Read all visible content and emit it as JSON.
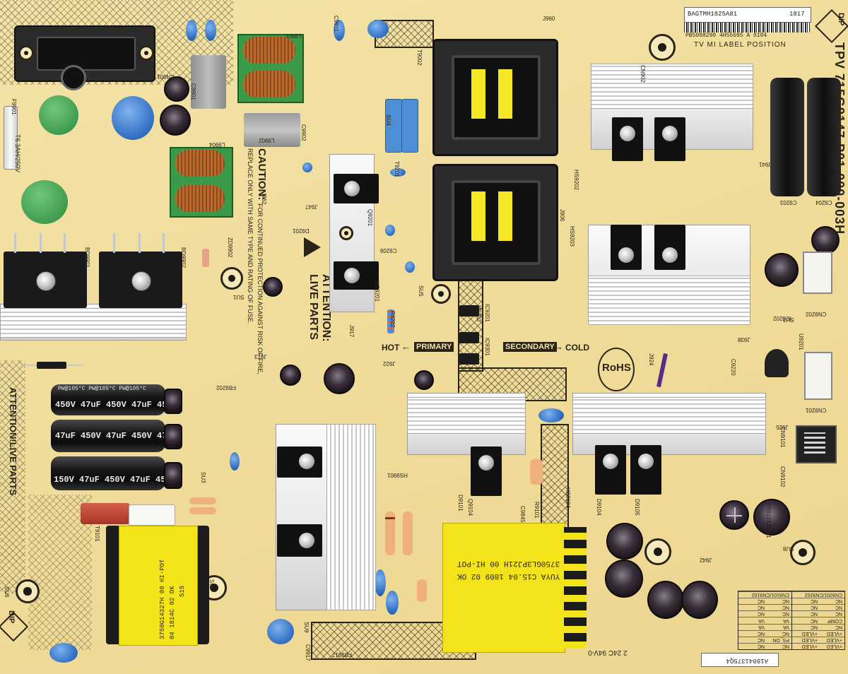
{
  "board": {
    "model_code": "TPV 715G9147-P01-000-003H",
    "label_area": {
      "barcode_top": "BAGTMH1825A81",
      "barcode_top_suffix": "1817",
      "barcode_second": "PB5008290 4H55695 A 0104",
      "caption": "TV MI LABEL POSITION"
    },
    "bottom_barcode": "A18041375Q4",
    "dip_markers": [
      "DIP",
      "DIP"
    ],
    "rohs": "RoHS",
    "rating_text": "2 24C  94V-0"
  },
  "warnings": {
    "caution_title": "CAUTION:",
    "caution_line1": "FOR CONTINUED PROTECTION AGAINST RISK OF FIRE,",
    "caution_line2": "REPLACE ONLY WITH SAME TYPE AND RATING OF FUSE.",
    "attention_main_1": "ATTENTION:",
    "attention_main_2": "LIVE PARTS",
    "attention_side": "ATTENTION!LIVE PARTS"
  },
  "zones": {
    "primary": "PRIMARY",
    "hot": "HOT",
    "secondary": "SECONDARY",
    "cold": "COLD"
  },
  "capacitor_text": {
    "cap1": "450V 47uF 450V 47uF 450V",
    "cap2": "47uF 450V 47uF 450V 47uF",
    "cap3": "150V 47uF 450V 47uF 450",
    "brand": "PW@105°C PW@105°C PW@105°C"
  },
  "transformer_labels": {
    "small_line1": "3750G14327H 00 HI-POT",
    "small_line2": "04 1814C 02 OK",
    "small_line3": "S15",
    "large_line1": "3750GL3PJ21H 00 HI-POT",
    "large_line2": "YUYA C15.04 1809 02 OK"
  },
  "fuse_text": "T6.3AH/250V",
  "connector_table": {
    "left": [
      [
        "+VLED",
        "+VLED"
      ],
      [
        "+VLED",
        "+VLED"
      ],
      [
        "+VLED",
        "+VLED"
      ],
      [
        "NC",
        "NC"
      ],
      [
        "COMP",
        "NC"
      ],
      [
        "NC",
        "NC"
      ],
      [
        "NC",
        "NC"
      ],
      [
        "NC",
        "NC"
      ],
      [
        "CN9201/CN9202",
        ""
      ]
    ],
    "right": [
      [
        "NC",
        "NC"
      ],
      [
        "PS_ON",
        "NC"
      ],
      [
        "NC",
        "NC"
      ],
      [
        "VA",
        "VA"
      ],
      [
        "VA",
        "VA"
      ],
      [
        "NC",
        "NC"
      ],
      [
        "NC",
        "NC"
      ],
      [
        "NC",
        "NC"
      ],
      [
        "CN9101/CN9102",
        ""
      ]
    ]
  },
  "refdes": {
    "cn901": "CN901",
    "cn902": "CN902",
    "cn9101": "CN9101",
    "cn9102": "CN9102",
    "cn9201": "CN9201",
    "cn9202": "CN9202",
    "t9002": "T9002",
    "t9201": "T9201",
    "t9101": "T9101",
    "bd9901": "BD9901",
    "bd9902": "BD9902",
    "hs9901": "HS9901",
    "hs9201": "HS9201",
    "hs9202": "HS9202",
    "hs9203": "HS9203",
    "hs9104": "HS9104",
    "j960": "J960",
    "j962": "J962",
    "j947": "J947",
    "j913": "J913",
    "j917": "J917",
    "j922": "J922",
    "j938": "J938",
    "j941": "J941",
    "j942": "J942",
    "j924": "J924",
    "j925": "J925",
    "j906": "J906",
    "fb9202": "FB9202",
    "fb9101": "FB9101",
    "fb9917": "FB9917",
    "r9202": "R9202",
    "r9101": "R9101",
    "c9203": "C9203",
    "c9204": "C9204",
    "c9209": "C9209",
    "c9220": "C9220",
    "c9845": "C9845",
    "c9917": "C9917",
    "ic9202": "IC9202",
    "ic9201": "IC9201",
    "ic9301": "IC9301",
    "d9201": "D9201",
    "d9101": "D9101",
    "d9104": "D9104",
    "d9105": "D9105",
    "q9201": "Q9201",
    "q9104": "Q9104",
    "su1": "SU1",
    "su2": "SU2",
    "su3": "SU3",
    "su4": "SU4",
    "su5": "SU5",
    "su6": "SU6",
    "su7": "SU7",
    "su8": "SU8",
    "su9": "SU9",
    "u9101": "U9101",
    "u9201": "U9201",
    "u9202": "U9202",
    "l9901": "L9901",
    "l9902": "L9902",
    "l9904": "L9904",
    "zd9902": "ZD9902",
    "c9901": "C9901",
    "c9902": "C9902",
    "c9911": "C9911",
    "f9901": "F9901"
  }
}
